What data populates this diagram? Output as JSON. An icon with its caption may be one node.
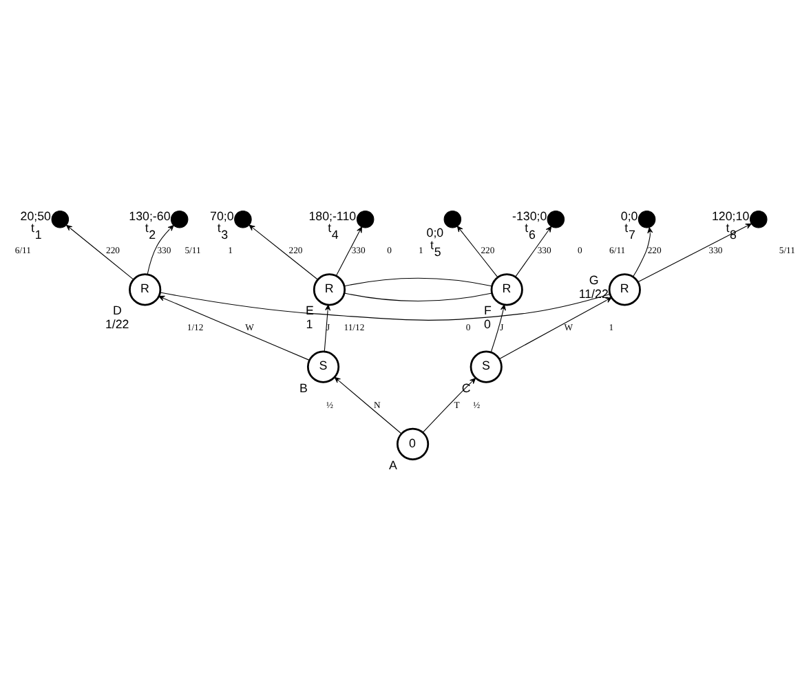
{
  "diagram": {
    "nodes": [
      {
        "text": [],
        "shape": "circle",
        "beside": [
          "20;50",
          "t$_{1}$"
        ]
      },
      {
        "text": [],
        "shape": "circle",
        "beside": [
          "130;-60",
          "t$_{2}$"
        ]
      },
      {
        "text": [],
        "shape": "circle",
        "beside": [
          "70;0",
          "t$_{3}$"
        ]
      },
      {
        "text": [],
        "shape": "circle",
        "beside": [
          "180;-110",
          "t$_{4}$"
        ]
      },
      {
        "text": [],
        "shape": "circle",
        "beside": [
          "0;0",
          "t$_{5}$"
        ]
      },
      {
        "text": [],
        "shape": "circle",
        "beside": [
          "-130;0",
          "t$_{6}$"
        ]
      },
      {
        "text": [],
        "shape": "circle",
        "beside": [
          "0;0",
          "t$_{7}$"
        ]
      },
      {
        "text": [],
        "shape": "circle",
        "beside": [
          "120;10",
          "t$_{8}$"
        ]
      },
      {
        "text": [
          "R"
        ],
        "beside": [
          "D",
          "1/22"
        ]
      },
      {
        "text": [
          "R"
        ],
        "beside": [
          "E",
          "1"
        ]
      },
      {
        "text": [
          "R"
        ],
        "beside": [
          "F",
          "0"
        ]
      },
      {
        "text": [
          "R"
        ],
        "beside": [
          "G",
          "11/22"
        ]
      },
      {
        "text": [
          "S"
        ],
        "beside": [
          "B"
        ]
      },
      {
        "text": [
          "S"
        ],
        "beside": [
          "C"
        ]
      },
      {
        "text": [
          "0"
        ],
        "beside": [
          "A"
        ]
      }
    ],
    "edges": [
      {
        "from": 14,
        "to": 12,
        "arrow": "to",
        "label": "N"
      },
      {
        "from": 14,
        "to": 13,
        "arrow": "to",
        "label": "T"
      },
      {
        "from": 12,
        "to": 8,
        "arrow": "to",
        "label": "W"
      },
      {
        "from": 12,
        "to": 9,
        "arrow": "to",
        "label": "J"
      },
      {
        "from": 13,
        "to": 10,
        "arrow": "to",
        "label": "J"
      },
      {
        "from": 13,
        "to": 11,
        "arrow": "to",
        "label": "W"
      },
      {
        "from": 8,
        "to": 11,
        "arrow": "none"
      },
      {
        "from": 9,
        "to": 10,
        "arrow": "none"
      },
      {
        "from": 9,
        "to": 10,
        "arrow": "none"
      },
      {
        "from": 8,
        "to": 0,
        "arrow": "to",
        "label": "220"
      },
      {
        "from": 8,
        "to": 1,
        "arrow": "to",
        "label": "330"
      },
      {
        "from": 9,
        "to": 2,
        "arrow": "to",
        "label": "220"
      },
      {
        "from": 9,
        "to": 3,
        "arrow": "to",
        "label": "330"
      },
      {
        "from": 10,
        "to": 4,
        "arrow": "to",
        "label": "220"
      },
      {
        "from": 10,
        "to": 5,
        "arrow": "to",
        "label": "330"
      },
      {
        "from": 11,
        "to": 6,
        "arrow": "to",
        "label": "220"
      },
      {
        "from": 11,
        "to": 7,
        "arrow": "to",
        "label": "330"
      }
    ],
    "labels": [
      "6/11",
      "5/11",
      "1",
      "0",
      "1",
      "0",
      "6/11",
      "5/11",
      "1/12",
      "11/12",
      "0",
      "1",
      "½",
      "½"
    ]
  }
}
